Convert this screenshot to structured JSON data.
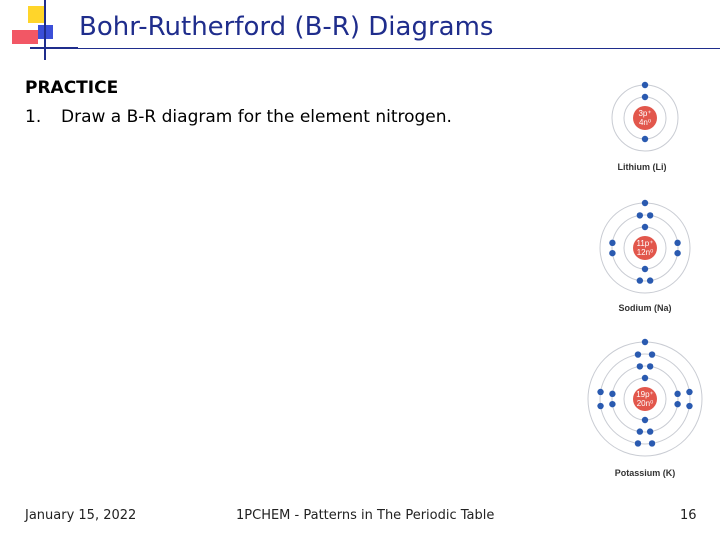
{
  "header": {
    "title": "Bohr-Rutherford (B-R) Diagrams"
  },
  "content": {
    "heading": "PRACTICE",
    "question_number": "1.",
    "question_text": "Draw a B-R diagram for the element nitrogen."
  },
  "atoms": [
    {
      "nucleus_line1": "3p⁺",
      "nucleus_line2": "4n⁰",
      "caption": "Lithium (Li)",
      "shell_electrons": [
        2,
        1
      ]
    },
    {
      "nucleus_line1": "11p⁺",
      "nucleus_line2": "12n⁰",
      "caption": "Sodium (Na)",
      "shell_electrons": [
        2,
        8,
        1
      ]
    },
    {
      "nucleus_line1": "19p⁺",
      "nucleus_line2": "20n⁰",
      "caption": "Potassium (K)",
      "shell_electrons": [
        2,
        8,
        8,
        1
      ]
    }
  ],
  "colors": {
    "title": "#1f2d8c",
    "nucleus": "#e2574c",
    "electron": "#2a5ab0"
  },
  "footer": {
    "date": "January 15, 2022",
    "course": "1PCHEM - Patterns in The Periodic Table",
    "page": "16"
  }
}
